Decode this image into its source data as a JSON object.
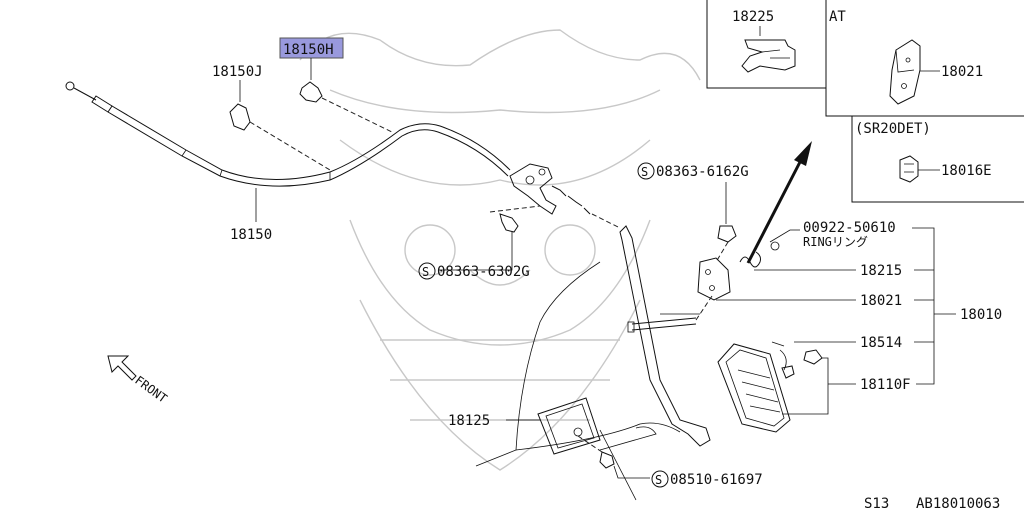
{
  "diagram": {
    "labels": {
      "p18225": "18225",
      "at": "AT",
      "p18021_at": "18021",
      "sr20det": "(SR20DET)",
      "p18016e": "18016E",
      "p18150h": "18150H",
      "p18150j": "18150J",
      "p18150": "18150",
      "bolt_6162g": "08363-6162G",
      "bolt_6302g": "08363-6302G",
      "ring_code": "00922-50610",
      "ring_text": "RINGリング",
      "p18215": "18215",
      "p18021": "18021",
      "p18010": "18010",
      "p18514": "18514",
      "p18110f": "18110F",
      "p18125": "18125",
      "bolt_61697": "08510-61697",
      "front": "FRONT",
      "footer_left": "S13",
      "footer_right": "AB18010063"
    },
    "highlight_color": "#9999dd"
  }
}
